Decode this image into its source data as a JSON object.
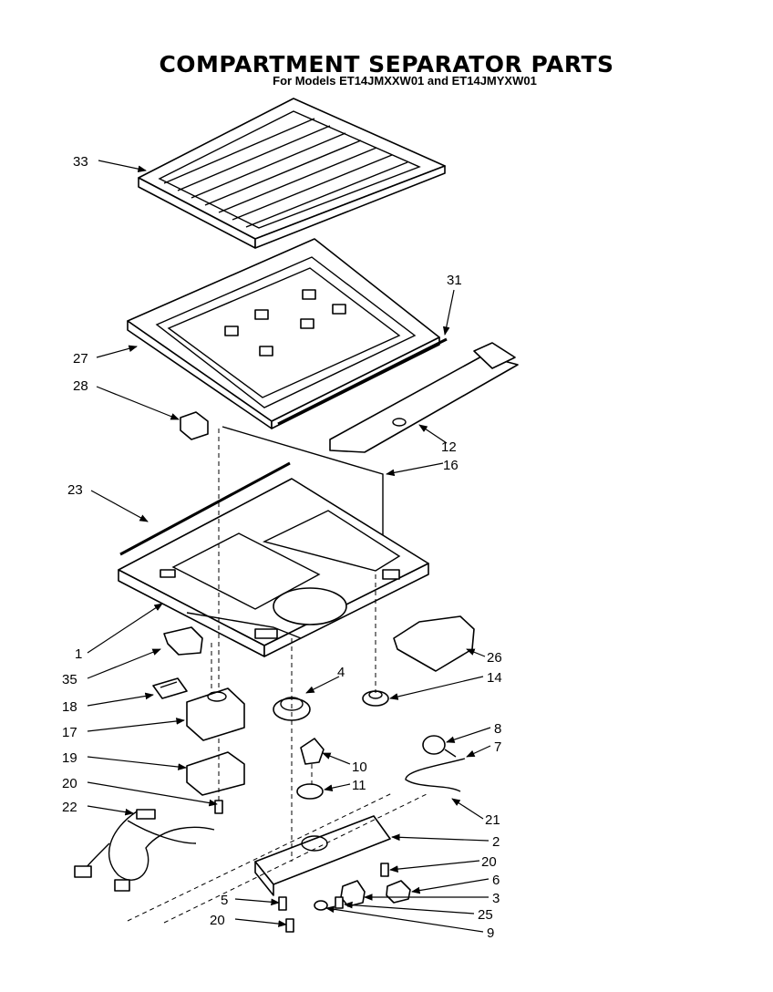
{
  "title": "COMPARTMENT SEPARATOR PARTS",
  "subtitle": "For Models ET14JMXXW01 and ET14JMYXW01",
  "callouts": [
    "33",
    "31",
    "27",
    "28",
    "12",
    "16",
    "23",
    "1",
    "26",
    "35",
    "4",
    "14",
    "18",
    "17",
    "19",
    "20",
    "22",
    "8",
    "7",
    "10",
    "11",
    "21",
    "2",
    "20",
    "6",
    "3",
    "25",
    "5",
    "20",
    "9"
  ]
}
